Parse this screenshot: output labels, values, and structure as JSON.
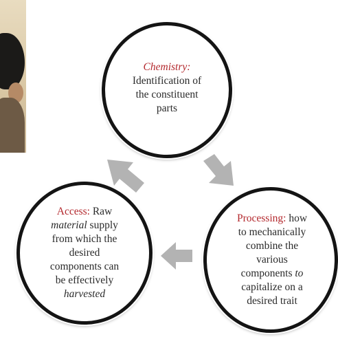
{
  "colors": {
    "keyword": "#b3282d",
    "text": "#2a2a2a",
    "circle_border": "#141414",
    "arrow": "#b3b3b3"
  },
  "chemistry": {
    "keyword": "Chemistry:",
    "line1": "Identification of",
    "line2": "the constituent",
    "line3": "parts"
  },
  "access": {
    "keyword": "Access:",
    "line1_rest": "Raw",
    "line2_italic": "material",
    "line2_rest": "supply",
    "line3": "from which the",
    "line4": "desired",
    "line5": "components can",
    "line6": "be effectively",
    "line7": "harvested"
  },
  "processing": {
    "keyword": "Processing:",
    "line1_rest": "how",
    "line2": "to mechanically",
    "line3": "combine the",
    "line4": "various",
    "line5": "components",
    "line5_italic": "to",
    "line6": "capitalize on a",
    "line7": "desired trait"
  },
  "icons": [
    "arrow-right-down",
    "arrow-left",
    "arrow-up-right"
  ],
  "photo": "partial-photo-person"
}
